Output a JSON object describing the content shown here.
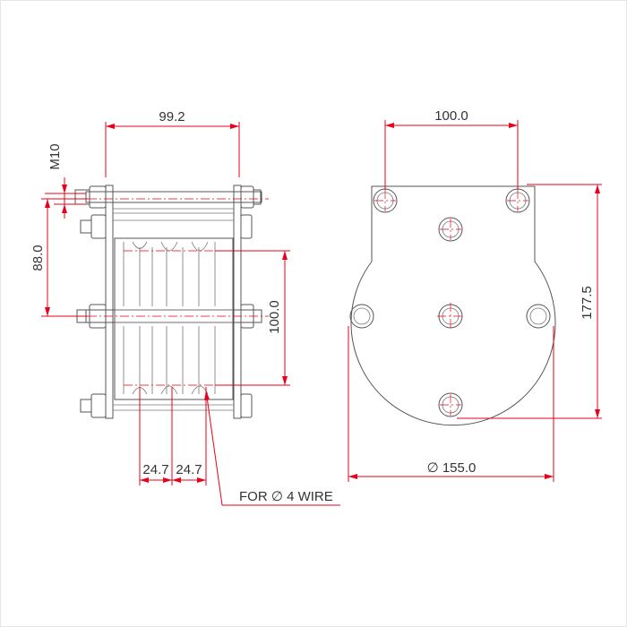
{
  "drawing": {
    "dimensions": {
      "side_width": "99.2",
      "thread_size": "M10",
      "bolt_spacing": "88.0",
      "sheave_spacing": "100.0",
      "groove_pitch_1": "24.7",
      "groove_pitch_2": "24.7",
      "wire_note": "FOR ∅ 4 WIRE",
      "front_bolt_spacing": "100.0",
      "front_height": "177.5",
      "front_diameter": "∅ 155.0"
    },
    "colors": {
      "dimension": "#e8001c",
      "outline": "#555555",
      "text": "#333333"
    }
  }
}
